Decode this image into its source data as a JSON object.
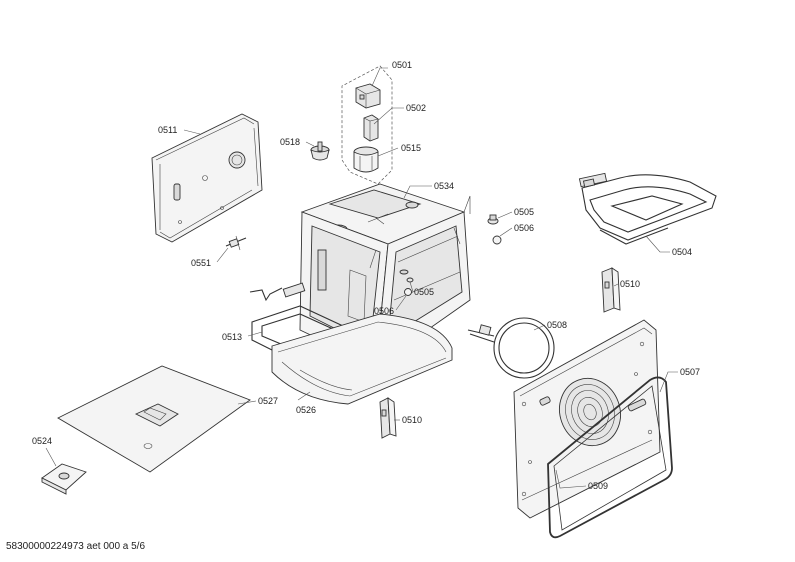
{
  "labels": {
    "p0501": "0501",
    "p0502": "0502",
    "p0515": "0515",
    "p0511": "0511",
    "p0518": "0518",
    "p0534": "0534",
    "p0505a": "0505",
    "p0506a": "0506",
    "p0504": "0504",
    "p0551": "0551",
    "p0505b": "0505",
    "p0506b": "0506",
    "p0510a": "0510",
    "p0513": "0513",
    "p0508": "0508",
    "p0507": "0507",
    "p0527": "0527",
    "p0526": "0526",
    "p0510b": "0510",
    "p0524": "0524",
    "p0509": "0509"
  },
  "footer": "58300000224973 aet 000 a 5/6"
}
